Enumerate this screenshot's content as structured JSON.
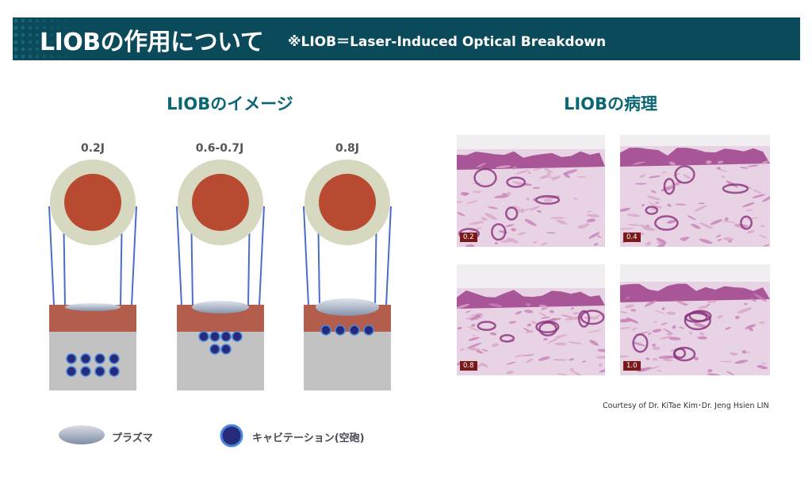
{
  "header": {
    "title": "LIOBの作用について",
    "note": "※LIOB＝Laser-Induced Optical Breakdown"
  },
  "image_section": {
    "title": "LIOBのイメージ",
    "diagrams": [
      {
        "energy": "0.2J",
        "cavitation_rows": [
          4,
          4
        ],
        "depth": "deep"
      },
      {
        "energy": "0.6-0.7J",
        "cavitation_rows": [
          4,
          2
        ],
        "depth": "mid"
      },
      {
        "energy": "0.8J",
        "cavitation_rows": [
          4
        ],
        "depth": "shallow"
      }
    ],
    "legend": {
      "plasma": "プラズマ",
      "cavitation": "キャビテーション(空砲)"
    }
  },
  "pathology_section": {
    "title": "LIOBの病理",
    "images": [
      {
        "label": "0.2"
      },
      {
        "label": "0.4"
      },
      {
        "label": "0.8"
      },
      {
        "label": "1.0"
      }
    ],
    "courtesy": "Courtesy of Dr. KiTae Kim･Dr. Jeng Hsien LIN"
  },
  "colors": {
    "banner": "#0a4a5a",
    "title_teal": "#0b6673",
    "beam_outer": "#d6d8c0",
    "beam_core": "#b84a32",
    "beam_line": "#4a6ec8",
    "skin_top": "#b35e4c",
    "tissue": "#c2c2c2",
    "cavitation_fill": "#262a7a",
    "cavitation_ring": "#4a86dc",
    "plasma": "#8c9ab0"
  }
}
